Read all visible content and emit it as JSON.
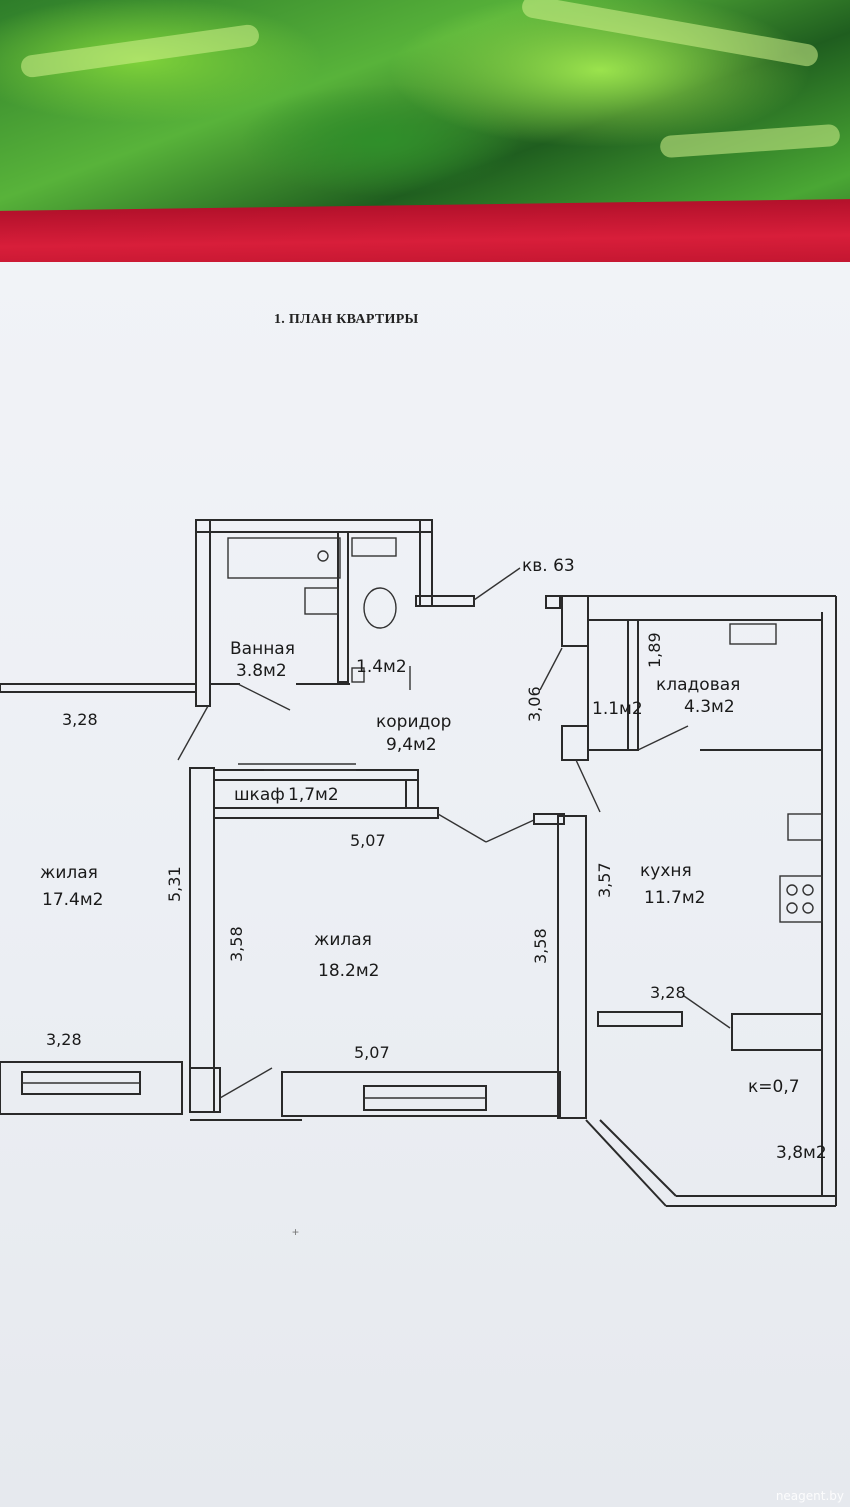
{
  "title": "1. ПЛАН КВАРТИРЫ",
  "apartment_label": "кв. 63",
  "rooms": {
    "bath_name": "Ванная",
    "bath_area": "3.8м2",
    "wc_area": "1.4м2",
    "corridor_name": "коридор",
    "corridor_area": "9,4м2",
    "closet_label": "шкаф",
    "closet_area": "1,7м2",
    "living_left_name": "жилая",
    "living_left_area": "17.4м2",
    "living_center_name": "жилая",
    "living_center_area": "18.2м2",
    "pantry_small_area": "1.1м2",
    "pantry_name": "кладовая",
    "pantry_area": "4.3м2",
    "kitchen_name": "кухня",
    "kitchen_area": "11.7м2",
    "loggia_coef": "к=0,7",
    "loggia_area": "3,8м2"
  },
  "dimensions": {
    "left_top": "3,28",
    "left_bottom": "3,28",
    "left_side": "5,31",
    "center_top": "5,07",
    "center_bottom": "5,07",
    "center_left": "3,58",
    "center_right": "3,58",
    "pantry_side": "3,06",
    "pantry_top": "1,89",
    "kitchen_side": "3,57",
    "kitchen_bottom": "3,28"
  },
  "watermark": "neagent.by"
}
